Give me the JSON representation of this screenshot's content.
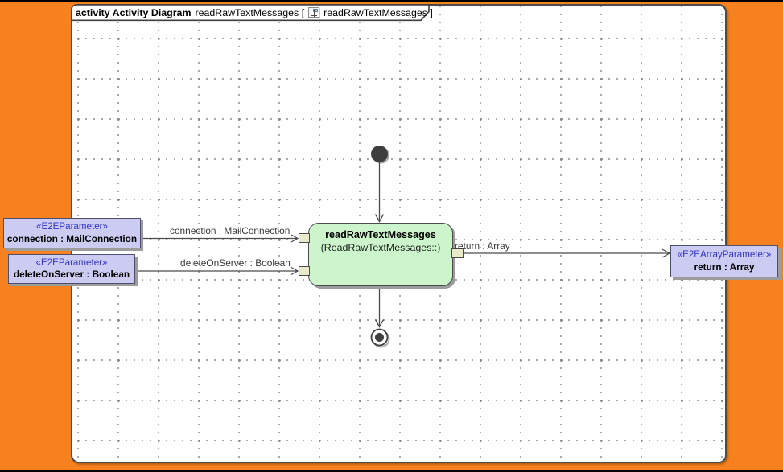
{
  "frame": {
    "tab": {
      "kind": "activity Activity Diagram",
      "name_open": "readRawTextMessages [",
      "icon": "activity-diagram-icon",
      "name_close": "readRawTextMessages ]"
    }
  },
  "action_node": {
    "name": "readRawTextMessages",
    "qualifier": "(ReadRawTextMessages::)"
  },
  "parameters": {
    "connection": {
      "stereotype": "«E2EParameter»",
      "label": "connection : MailConnection"
    },
    "delete_on_server": {
      "stereotype": "«E2EParameter»",
      "label": "deleteOnServer : Boolean"
    },
    "return": {
      "stereotype": "«E2EArrayParameter»",
      "label": "return : Array"
    }
  },
  "edge_labels": {
    "connection": "connection : MailConnection",
    "delete_on_server": "deleteOnServer : Boolean",
    "return": "return : Array"
  },
  "nodes": {
    "initial": "initial-node",
    "final": "activity-final-node"
  },
  "colors": {
    "background_orange": "#F7811E",
    "canvas_white": "#FFFFFF",
    "action_fill": "#CDF5CC",
    "parameter_fill": "#CCCCF2",
    "pin_fill": "#EAEACB",
    "stereotype_blue": "#3333CC",
    "stroke_dark": "#4B4B4B",
    "grid_dot": "#9D9D9D",
    "shadow_gray": "#9C9C9C"
  }
}
